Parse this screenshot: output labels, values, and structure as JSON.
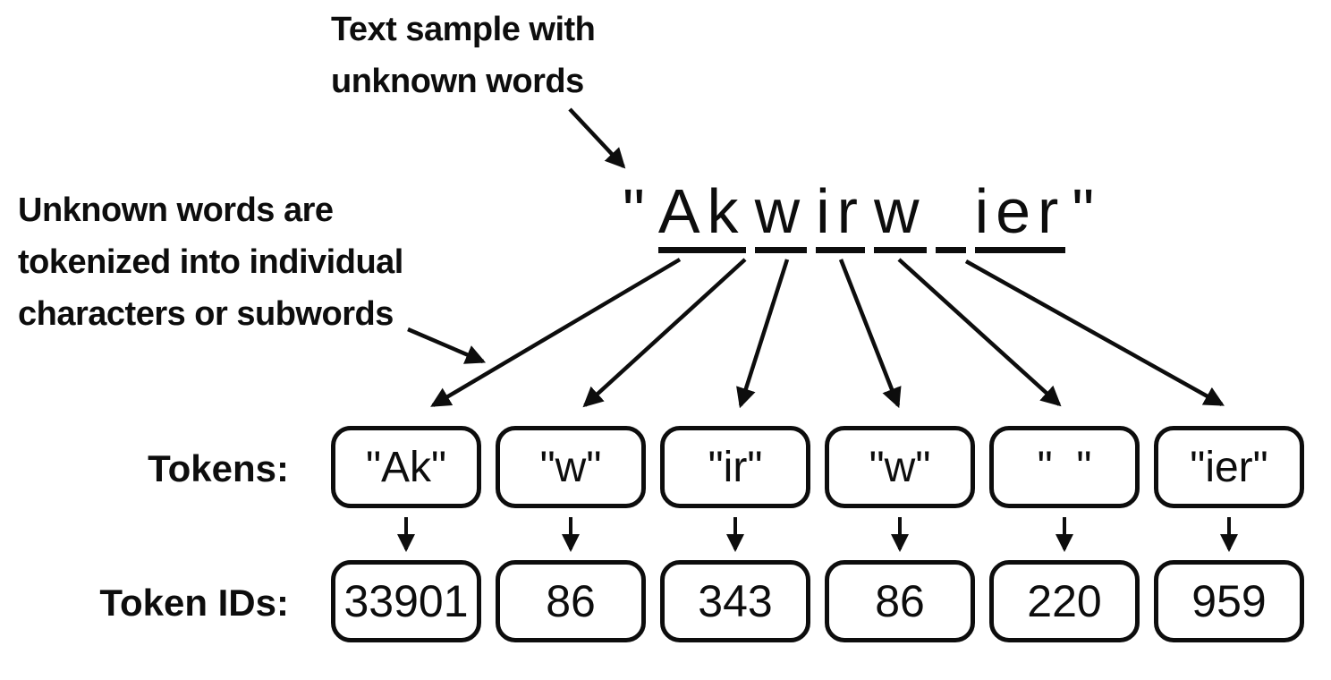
{
  "colors": {
    "ink": "#0d0d0d",
    "background": "#ffffff"
  },
  "annotations": {
    "top_note": {
      "lines": [
        "Text sample with",
        "unknown words"
      ]
    },
    "left_note": {
      "lines": [
        "Unknown words are",
        "tokenized into individual",
        "characters or subwords"
      ]
    }
  },
  "sample_text": {
    "full": "\"Akwirw ier\"",
    "open_quote": "\"",
    "segments": [
      "Ak",
      "w",
      "ir",
      "w",
      " ",
      "ier"
    ],
    "close_quote": "\""
  },
  "tokens_row": {
    "label": "Tokens:",
    "items": [
      "\"Ak\"",
      "\"w\"",
      "\"ir\"",
      "\"w\"",
      "\"  \"",
      "\"ier\""
    ]
  },
  "token_ids_row": {
    "label": "Token IDs:",
    "items": [
      "33901",
      "86",
      "343",
      "86",
      "220",
      "959"
    ]
  }
}
